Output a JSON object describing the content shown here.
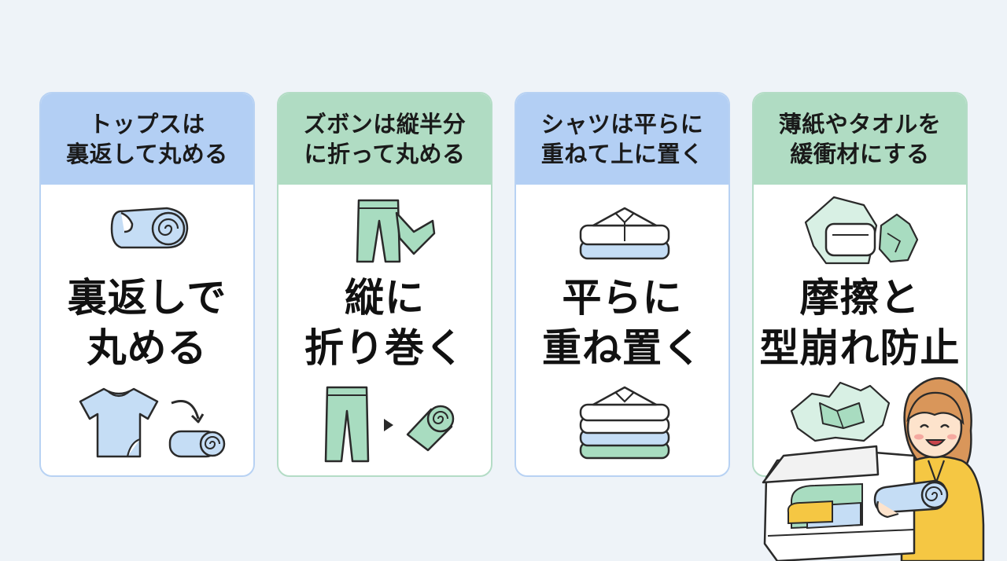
{
  "cards": [
    {
      "header_line1": "トップスは",
      "header_line2": "裏返して丸める",
      "big_line1": "裏返しで",
      "big_line2": "丸める",
      "theme": "blue",
      "top_icon": "rolled-shirt-icon",
      "bottom_icons": [
        "tshirt-icon",
        "curved-arrow-icon",
        "rolled-cloth-icon"
      ]
    },
    {
      "header_line1": "ズボンは縦半分",
      "header_line2": "に折って丸める",
      "big_line1": "縦に",
      "big_line2": "折り巻く",
      "theme": "green",
      "top_icon": "folded-pants-icon",
      "bottom_icons": [
        "pants-icon",
        "arrow-right-icon",
        "rolled-cloth-icon"
      ]
    },
    {
      "header_line1": "シャツは平らに",
      "header_line2": "重ねて上に置く",
      "big_line1": "平らに",
      "big_line2": "重ね置く",
      "theme": "blue",
      "top_icon": "folded-shirt-stack-icon",
      "bottom_icons": [
        "shirt-stack-icon"
      ]
    },
    {
      "header_line1": "薄紙やタオルを",
      "header_line2": "緩衝材にする",
      "big_line1": "摩擦と",
      "big_line2": "型崩れ防止",
      "theme": "green",
      "top_icon": "tissue-towel-icon",
      "bottom_icons": [
        "crumpled-paper-icon"
      ]
    }
  ],
  "illustration": {
    "icons": [
      "woman-character-icon",
      "suitcase-icon",
      "rolled-towel-icon"
    ]
  },
  "colors": {
    "background": "#eef3f8",
    "blue_header": "#b3cff4",
    "green_header": "#b0dcc3",
    "blue_fill": "#c5ddf5",
    "green_fill": "#a8dcc0",
    "outline": "#2a2a2a"
  }
}
